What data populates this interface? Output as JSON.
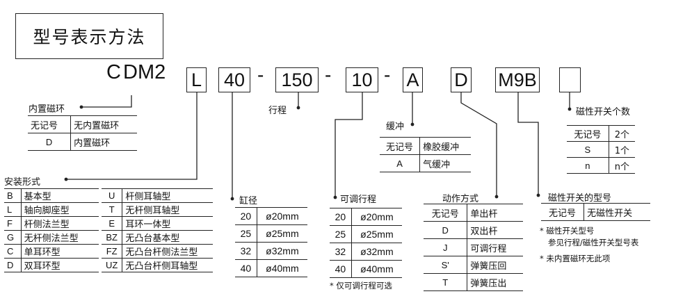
{
  "title": "型号表示方法",
  "code": {
    "prefix": "C",
    "series": "DM2",
    "mount": "L",
    "bore": "40",
    "dash": "-",
    "stroke": "150",
    "adj": "10",
    "cushion": "A",
    "action": "D",
    "switch": "M9B",
    "count": ""
  },
  "magnet": {
    "label": "内置磁环",
    "rows": [
      [
        "无记号",
        "无内置磁环"
      ],
      [
        "D",
        "内置磁环"
      ]
    ]
  },
  "stroke_label": "行程",
  "mount": {
    "label": "安装形式",
    "left": [
      [
        "B",
        "基本型"
      ],
      [
        "L",
        "轴向脚座型"
      ],
      [
        "F",
        "杆侧法兰型"
      ],
      [
        "G",
        "无杆侧法兰型"
      ],
      [
        "C",
        "单耳环型"
      ],
      [
        "D",
        "双耳环型"
      ]
    ],
    "right": [
      [
        "U",
        "杆侧耳轴型"
      ],
      [
        "T",
        "无杆侧耳轴型"
      ],
      [
        "E",
        "耳环一体型"
      ],
      [
        "BZ",
        "无凸台基本型"
      ],
      [
        "FZ",
        "无凸台杆侧法兰型"
      ],
      [
        "UZ",
        "无凸台杆侧耳轴型"
      ]
    ]
  },
  "bore": {
    "label": "缸径",
    "rows": [
      [
        "20",
        "ø20mm"
      ],
      [
        "25",
        "ø25mm"
      ],
      [
        "32",
        "ø32mm"
      ],
      [
        "40",
        "ø40mm"
      ]
    ]
  },
  "adj": {
    "label": "可调行程",
    "rows": [
      [
        "20",
        "ø20mm"
      ],
      [
        "25",
        "ø25mm"
      ],
      [
        "32",
        "ø32mm"
      ],
      [
        "40",
        "ø40mm"
      ]
    ],
    "note": "* 仅可调行程可选"
  },
  "cushion": {
    "label": "缓冲",
    "rows": [
      [
        "无记号",
        "橡胶缓冲"
      ],
      [
        "A",
        "气缓冲"
      ]
    ]
  },
  "action": {
    "label": "动作方式",
    "rows": [
      [
        "无记号",
        "单出杆"
      ],
      [
        "D",
        "双出杆"
      ],
      [
        "J",
        "可调行程"
      ],
      [
        "S'",
        "弹簧压回"
      ],
      [
        "T",
        "弹簧压出"
      ]
    ]
  },
  "switch_count": {
    "label": "磁性开关个数",
    "rows": [
      [
        "无记号",
        "2个"
      ],
      [
        "S",
        "1个"
      ],
      [
        "n",
        "n个"
      ]
    ]
  },
  "switch_type": {
    "label": "磁性开关的型号",
    "rows": [
      [
        "无记号",
        "无磁性开关"
      ]
    ],
    "note1": "* 磁性开关型号",
    "note2": "参见行程/磁性开关型号表",
    "note3": "* 未内置磁环无此项"
  }
}
